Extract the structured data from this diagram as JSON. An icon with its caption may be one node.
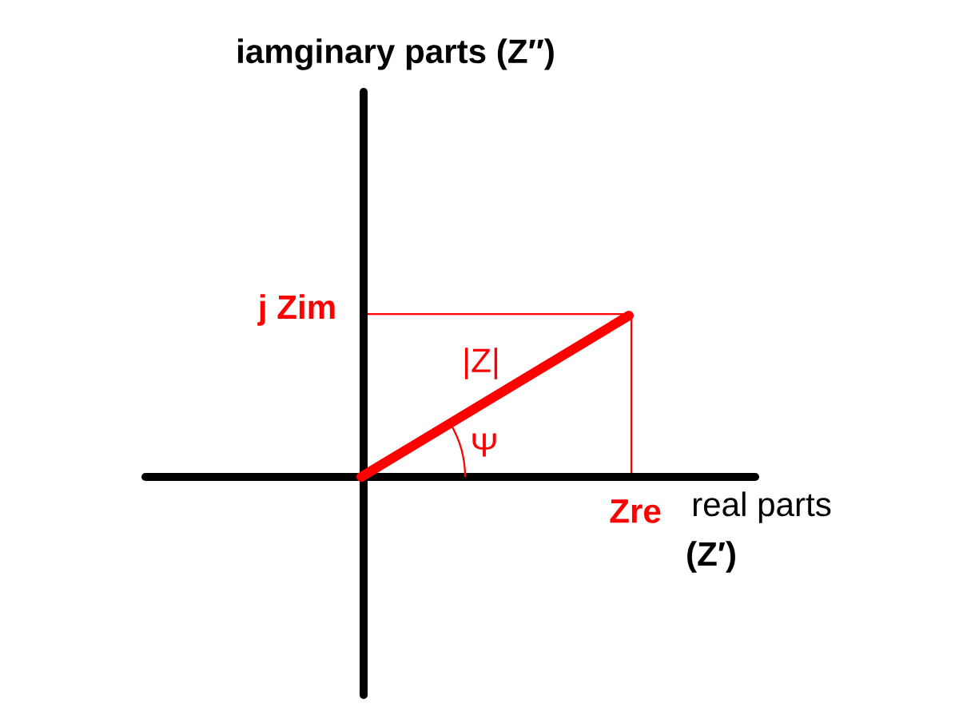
{
  "diagram": {
    "labels": [
      "iamginary parts (Z″)",
      "j Zim",
      "|Z|",
      "Ψ",
      "Zre",
      "real parts",
      "(Z′)"
    ]
  }
}
